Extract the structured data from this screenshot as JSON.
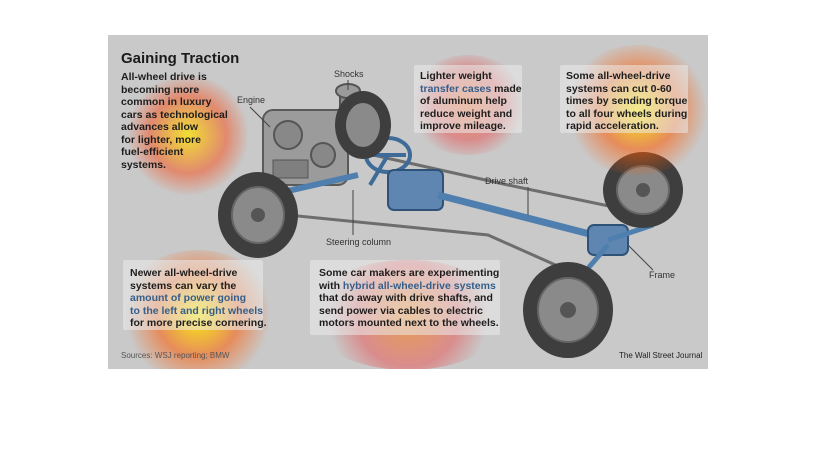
{
  "title": "Gaining Traction",
  "intro": [
    "All-wheel drive is",
    "becoming more",
    "common in luxury",
    "cars as technological",
    "advances allow",
    "for lighter, more",
    "fuel-efficient",
    "systems."
  ],
  "callouts": {
    "shocks": "Shocks",
    "engine": "Engine",
    "drive_shaft": "Drive shaft",
    "steering_column": "Steering column",
    "frame": "Frame"
  },
  "notes": {
    "transfer_pre": "Lighter weight",
    "transfer_hl": "transfer cases",
    "transfer_post": "made",
    "transfer_rest": [
      "of aluminum help",
      "reduce weight and",
      "improve mileage."
    ],
    "sixty": [
      "Some all-wheel-drive",
      "systems can cut 0-60",
      "times by sending torque",
      "to all four wheels during",
      "rapid acceleration."
    ],
    "power_pre": "Newer all-wheel-drive",
    "power_line2_pre": "systems can vary the",
    "power_hl": [
      "amount of power going",
      "to the left and right wheels"
    ],
    "power_post": "for more precise cornering.",
    "hybrid_line1": "Some car makers are experimenting",
    "hybrid_pre": "with",
    "hybrid_hl": "hybrid all-wheel-drive systems",
    "hybrid_rest": [
      "that do away with drive shafts, and",
      "send power via cables to electric",
      "motors mounted next to the wheels."
    ]
  },
  "sources": "Sources: WSJ reporting; BMW",
  "credit": "The Wall Street Journal",
  "colors": {
    "panel": "#c9c9c9",
    "highlight": "#355e8a",
    "shaft": "#4f7fae",
    "tire": "#3e3e3e"
  }
}
